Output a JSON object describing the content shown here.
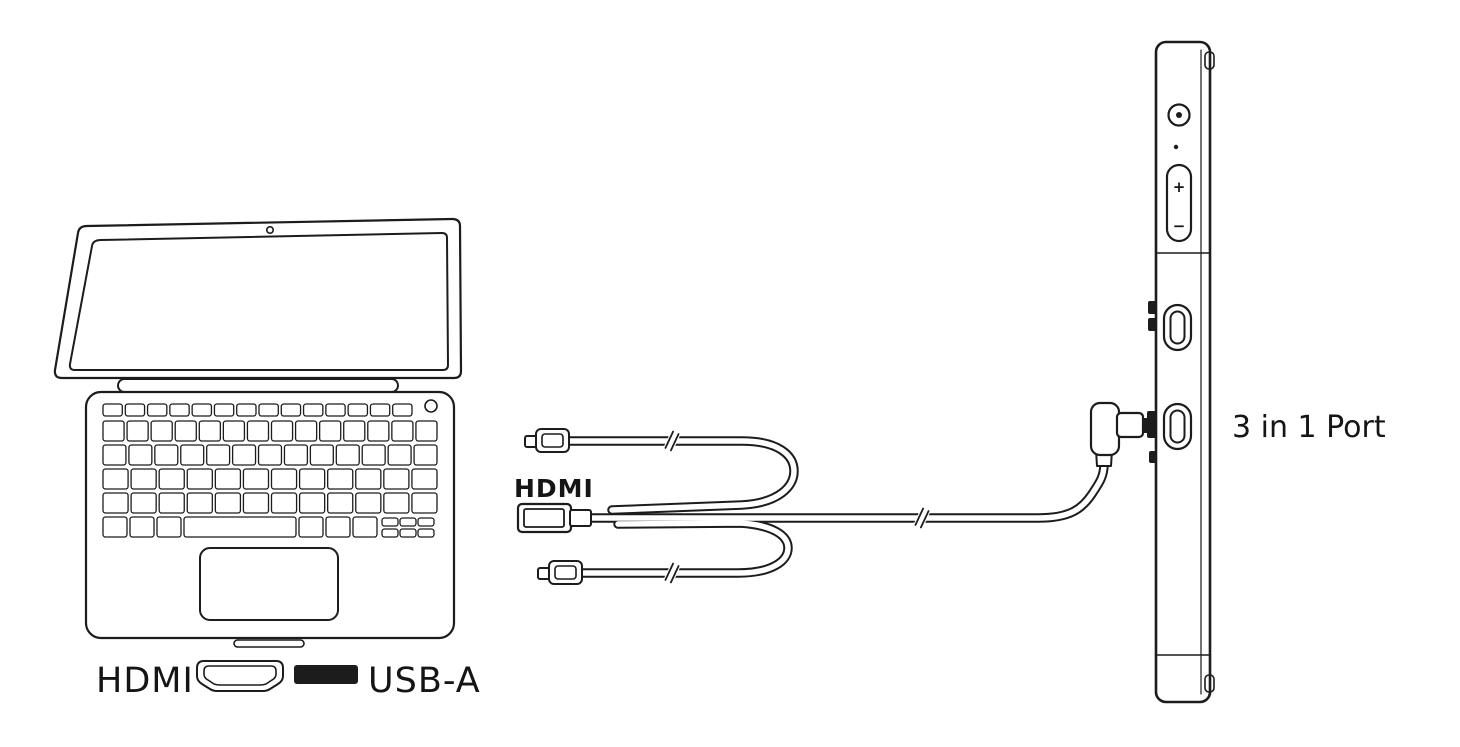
{
  "colors": {
    "line": "#1c1c1c",
    "background": "#ffffff"
  },
  "legend": {
    "hdmi_label": "HDMI",
    "usb_a_label": "USB-A"
  },
  "cable": {
    "hdmi_logo": "HDMI"
  },
  "device": {
    "port_label": "3 in 1 Port",
    "volume_up_label": "+",
    "volume_down_label": "−"
  }
}
